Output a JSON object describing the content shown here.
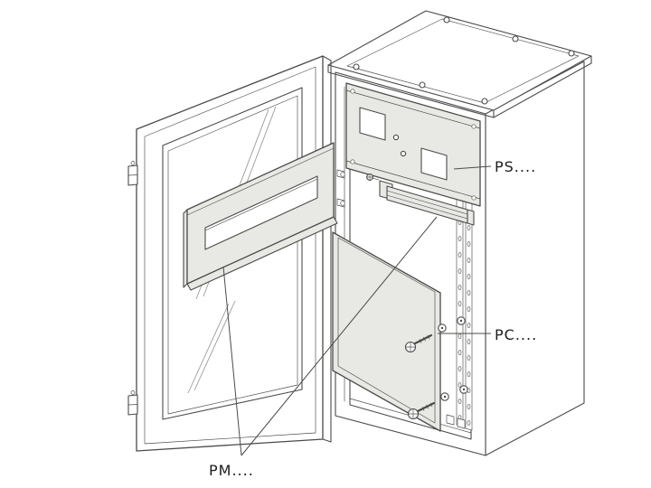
{
  "diagram": {
    "labels": {
      "ps": "PS....",
      "pc": "PC....",
      "pm": "PM...."
    },
    "colors": {
      "line": "#4b4b49",
      "panel": "#e8e8e4",
      "text": "#1c1c1c",
      "background": "#ffffff"
    }
  }
}
